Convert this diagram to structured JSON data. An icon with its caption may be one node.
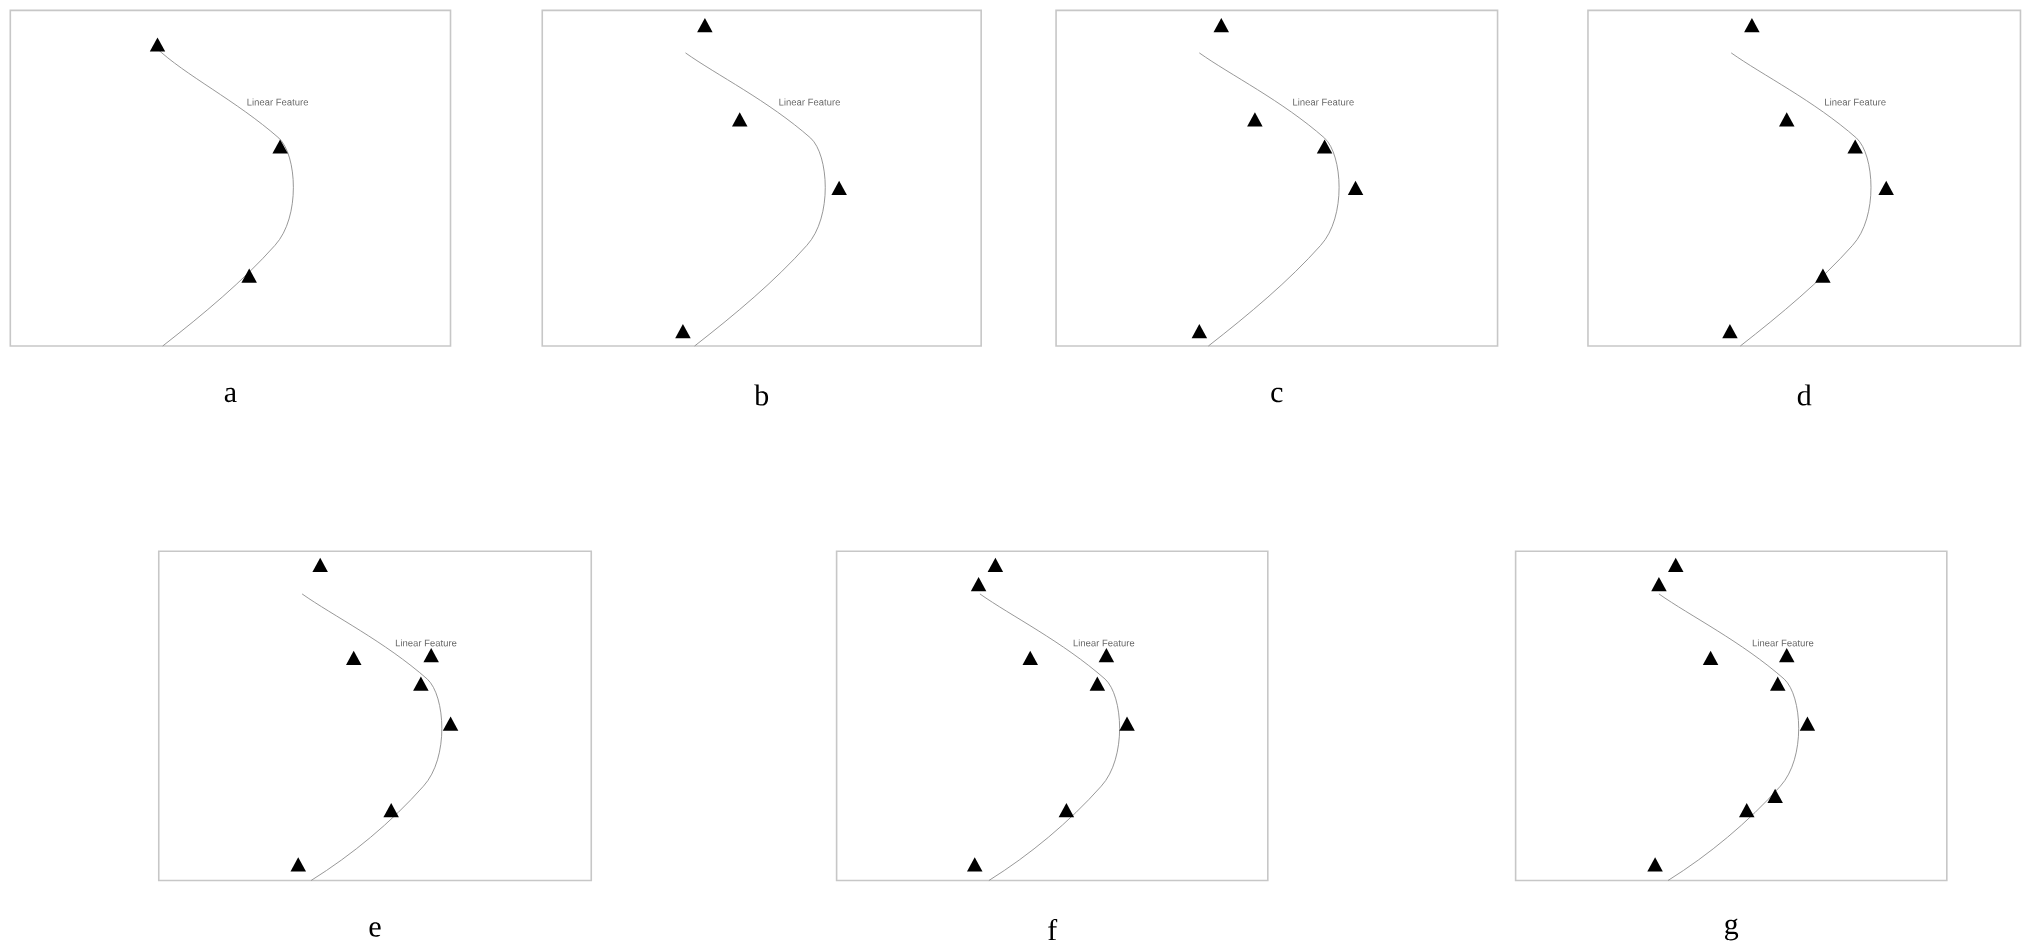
{
  "diagram": {
    "nodes": [
      {
        "text": [
          "Linear Feature"
        ],
        "beside": [
          "a"
        ]
      },
      {
        "text": [
          "Linear Feature"
        ],
        "beside": [
          "b"
        ]
      },
      {
        "text": [
          "Linear Feature"
        ],
        "beside": [
          "c"
        ]
      },
      {
        "text": [
          "Linear Feature"
        ],
        "beside": [
          "d"
        ]
      },
      {
        "text": [
          "Linear Feature"
        ],
        "beside": [
          "e"
        ]
      },
      {
        "text": [
          "Linear Feature"
        ],
        "beside": [
          "f"
        ]
      },
      {
        "text": [
          "Linear Feature"
        ],
        "beside": [
          "g"
        ]
      }
    ]
  }
}
